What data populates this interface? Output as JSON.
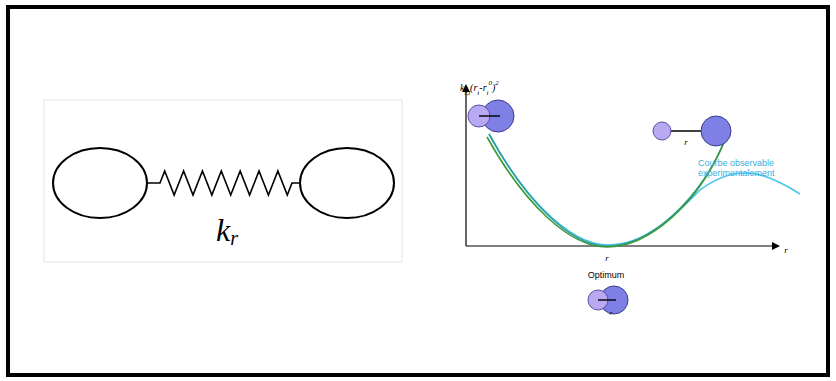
{
  "diagram": {
    "labels": [
      "k",
      "r",
      "k",
      "r,i",
      "(r",
      "i",
      "-r",
      "i",
      "0",
      ")",
      "2",
      "r",
      "Courbe observable experimentalement",
      "r",
      "r",
      "Optimum",
      "r"
    ]
  }
}
